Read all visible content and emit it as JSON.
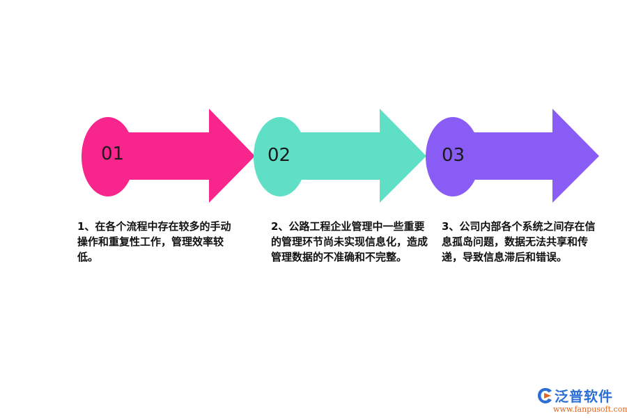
{
  "steps": [
    {
      "number": "01",
      "color": "#f7258c",
      "text": "1、在各个流程中存在较多的手动操作和重复性工作，管理效率较低。"
    },
    {
      "number": "02",
      "color": "#5fe0c6",
      "text": "2、公路工程企业管理中一些重要的管理环节尚未实现信息化，造成管理数据的不准确和不完整。"
    },
    {
      "number": "03",
      "color": "#8a5cf6",
      "text": "3、公司内部各个系统之间存在信息孤岛问题，数据无法共享和传递，导致信息滞后和错误。"
    }
  ],
  "logo": {
    "name": "泛普软件",
    "url": "www.fanpusoft.com",
    "icon": "fanpu-logo-icon",
    "colors": {
      "name": "#2b6fd6",
      "url": "#e0651d"
    }
  }
}
